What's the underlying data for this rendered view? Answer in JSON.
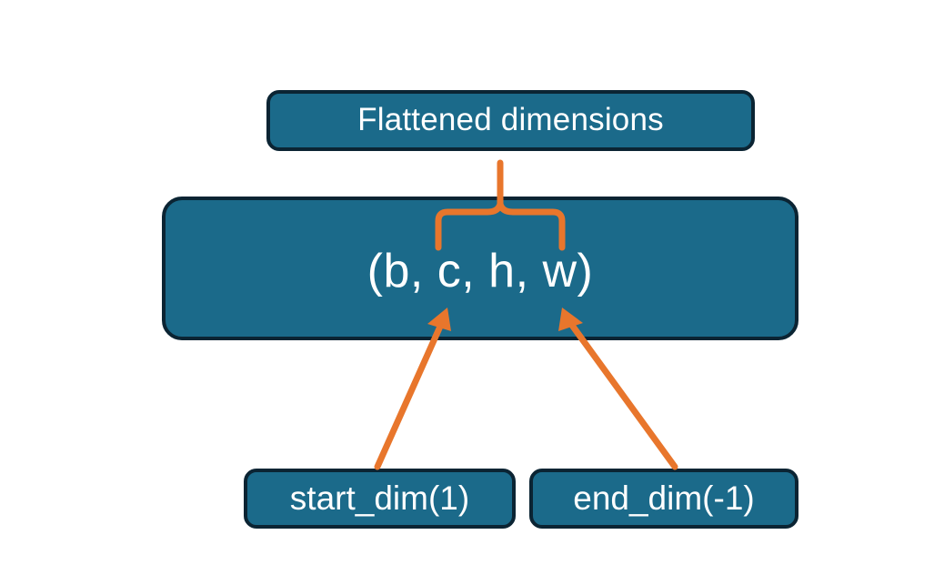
{
  "diagram": {
    "title": "PyTorch flatten dimensions diagram",
    "background_color": "#ffffff",
    "node_fill_color": "#1b6a8a",
    "node_border_color": "#0b2433",
    "node_text_color": "#ffffff",
    "connector_color": "#e8762c",
    "nodes": {
      "flattened": {
        "label": "Flattened dimensions"
      },
      "shape": {
        "label": "(b, c, h, w)"
      },
      "start_dim": {
        "label": "start_dim(1)"
      },
      "end_dim": {
        "label": "end_dim(-1)"
      }
    },
    "connectors": [
      {
        "name": "brace-over-c-h",
        "type": "curly-brace",
        "from": "shape",
        "to": "flattened",
        "spans": "c, h"
      },
      {
        "name": "arrow-start-dim-to-c",
        "type": "arrow",
        "from": "start_dim",
        "to": "shape"
      },
      {
        "name": "arrow-end-dim-to-w",
        "type": "arrow",
        "from": "end_dim",
        "to": "shape"
      }
    ]
  }
}
